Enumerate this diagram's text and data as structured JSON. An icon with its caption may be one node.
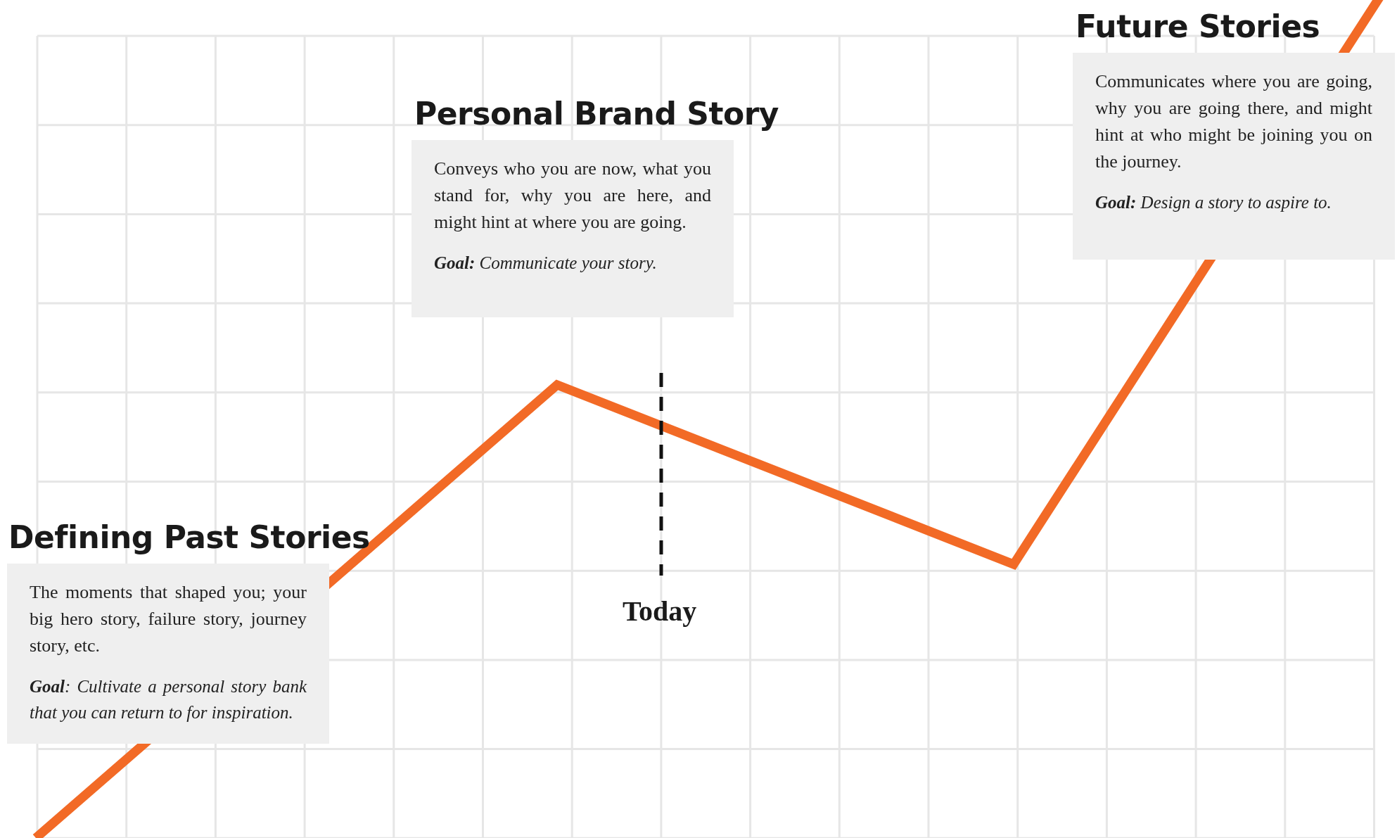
{
  "diagram": {
    "nodes": [
      {
        "text": [
          "Defining Past Stories",
          "The moments that shaped you; your big hero story, failure story, journey story, etc.",
          "**Goal**: Cultivate a personal story bank that you can return to for inspiration."
        ]
      },
      {
        "text": [
          "Personal Brand Story",
          "Conveys who you are now, what you stand for, why you are here, and might hint at where you are going.",
          "**Goal:** Communicate your story."
        ]
      },
      {
        "text": [
          "Future Stories",
          "Communicates where you are going, why you are going there, and might hint at who might be joining you on the journey.",
          "**Goal:** Design a story to aspire to."
        ]
      }
    ],
    "edges": [],
    "labels": [
      "Today"
    ]
  }
}
